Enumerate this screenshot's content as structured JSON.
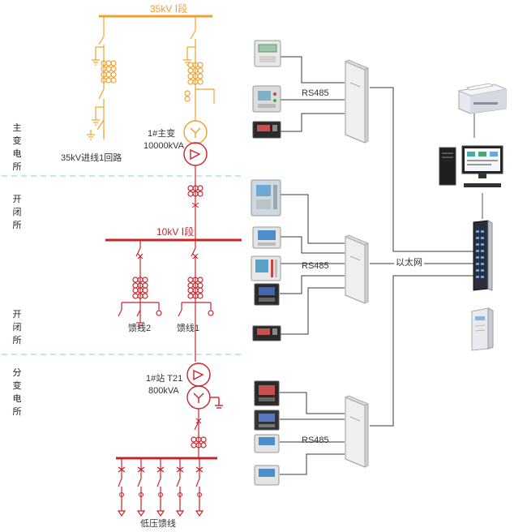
{
  "colors": {
    "orange": "#f0a030",
    "red": "#c8242b",
    "dash": "#7fd3c8",
    "line": "#3a3a3a"
  },
  "sections": {
    "main": "主变电所",
    "open1": "开闭所",
    "open2": "开闭所",
    "sub": "分变电所"
  },
  "diagram": {
    "bus35": "35kV Ⅰ段",
    "bus10": "10kV Ⅰ段",
    "incoming": "35kV进线1回路",
    "main_tx_name": "1#主变",
    "main_tx_rating": "10000kVA",
    "station_tx_name": "1#站 T21",
    "station_tx_rating": "800kVA",
    "feeder2": "馈线2",
    "feeder1": "馈线1",
    "lv_feeders": "低压馈线"
  },
  "network": {
    "rs485_1": "RS485",
    "rs485_2": "RS485",
    "rs485_3": "RS485",
    "ethernet": "以太网"
  },
  "icons": [
    "printer-icon",
    "computer-icon",
    "ethernet-switch-icon",
    "ups-cabinet-icon",
    "meter-device",
    "protection-relay-device",
    "converter-device"
  ]
}
